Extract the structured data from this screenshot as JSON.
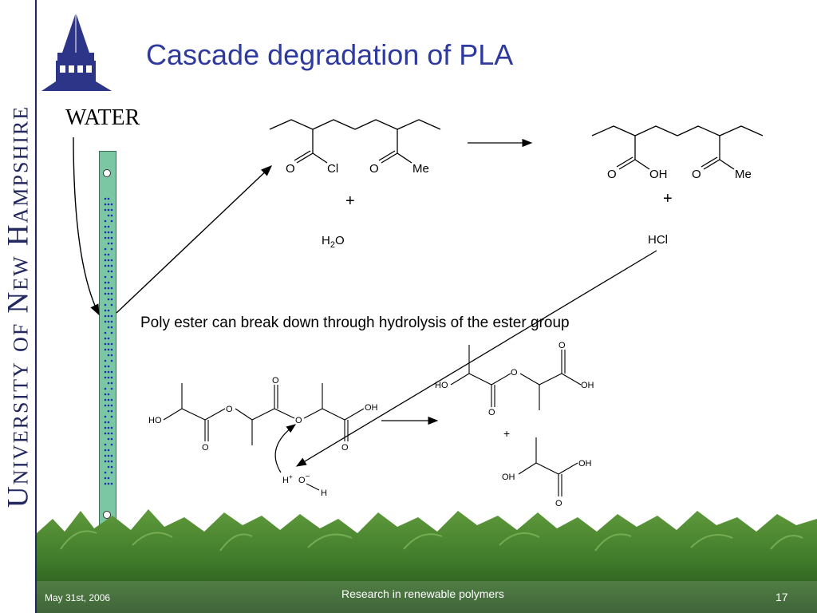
{
  "slide": {
    "title": "Cascade degradation of PLA",
    "side_banner": "University of New Hampshire",
    "water_label": "WATER",
    "caption": "Poly ester can break down through hydrolysis of the ester group"
  },
  "reaction_top": {
    "reactant_O1": "O",
    "reactant_Cl": "Cl",
    "reactant_O2": "O",
    "reactant_Me": "Me",
    "plus_left": "+",
    "water_H": "H",
    "water_2": "2",
    "water_O": "O",
    "product_O1": "O",
    "product_OH": "OH",
    "product_O2": "O",
    "product_Me": "Me",
    "plus_right": "+",
    "hcl": "HCl"
  },
  "reaction_bottom": {
    "reactant_HO": "HO",
    "reactant_O_carbonyl1": "O",
    "reactant_O_ester1": "O",
    "reactant_O_top": "O",
    "reactant_O_ester2": "O",
    "reactant_OH": "OH",
    "reactant_O_carbonyl3": "O",
    "hydroxide_H_plus": "H",
    "hydroxide_plus_sign": "+",
    "hydroxide_O": "O",
    "hydroxide_minus_sign": "−",
    "hydroxide_H": "H",
    "dimer_O_top": "O",
    "dimer_HO": "HO",
    "dimer_O_ester": "O",
    "dimer_OH": "OH",
    "dimer_O_bottom": "O",
    "plus": "+",
    "lactic_OH_right": "OH",
    "lactic_OH_left": "OH",
    "lactic_O": "O"
  },
  "footer": {
    "date": "May 31st, 2006",
    "center": "Research in renewable polymers",
    "page": "17"
  },
  "colors": {
    "title": "#2f3a9e",
    "banner": "#23285f",
    "tube_fill": "#7cc7a3",
    "tube_dots": "#1f2fb0",
    "grass": "#3f7a2a"
  }
}
